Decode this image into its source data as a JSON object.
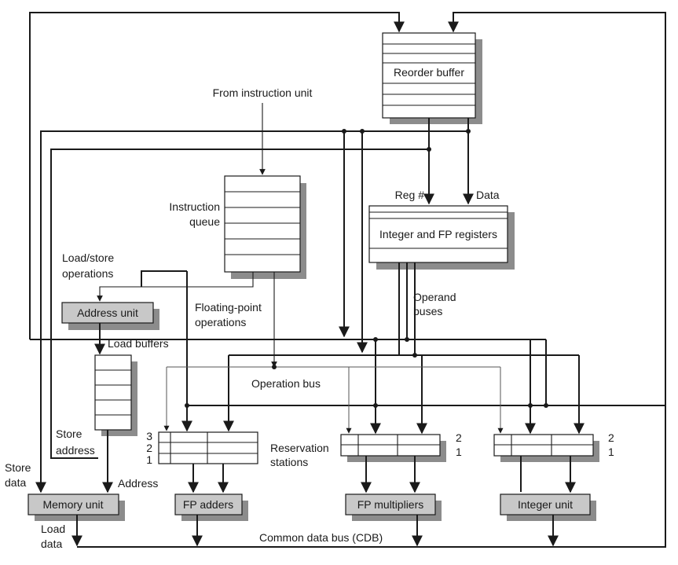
{
  "labels": {
    "reorder_buffer": "Reorder buffer",
    "from_instruction_unit": "From instruction unit",
    "instruction_queue_1": "Instruction",
    "instruction_queue_2": "queue",
    "reg_num": "Reg #",
    "data": "Data",
    "registers": "Integer and FP registers",
    "load_store_1": "Load/store",
    "load_store_2": "operations",
    "address_unit": "Address unit",
    "load_buffers": "Load buffers",
    "fp_ops_1": "Floating-point",
    "fp_ops_2": "operations",
    "operand_buses_1": "Operand",
    "operand_buses_2": "buses",
    "operation_bus": "Operation bus",
    "store_address_1": "Store",
    "store_address_2": "address",
    "store_data_1": "Store",
    "store_data_2": "data",
    "address": "Address",
    "memory_unit": "Memory unit",
    "fp_adders": "FP adders",
    "fp_multipliers": "FP multipliers",
    "integer_unit": "Integer unit",
    "load_data_1": "Load",
    "load_data_2": "data",
    "cdb": "Common data bus (CDB)",
    "reservation_1": "Reservation",
    "reservation_2": "stations",
    "rs_fp_3": "3",
    "rs_fp_2": "2",
    "rs_fp_1": "1",
    "rs_mul_2": "2",
    "rs_mul_1": "1",
    "rs_int_2": "2",
    "rs_int_1": "1"
  }
}
